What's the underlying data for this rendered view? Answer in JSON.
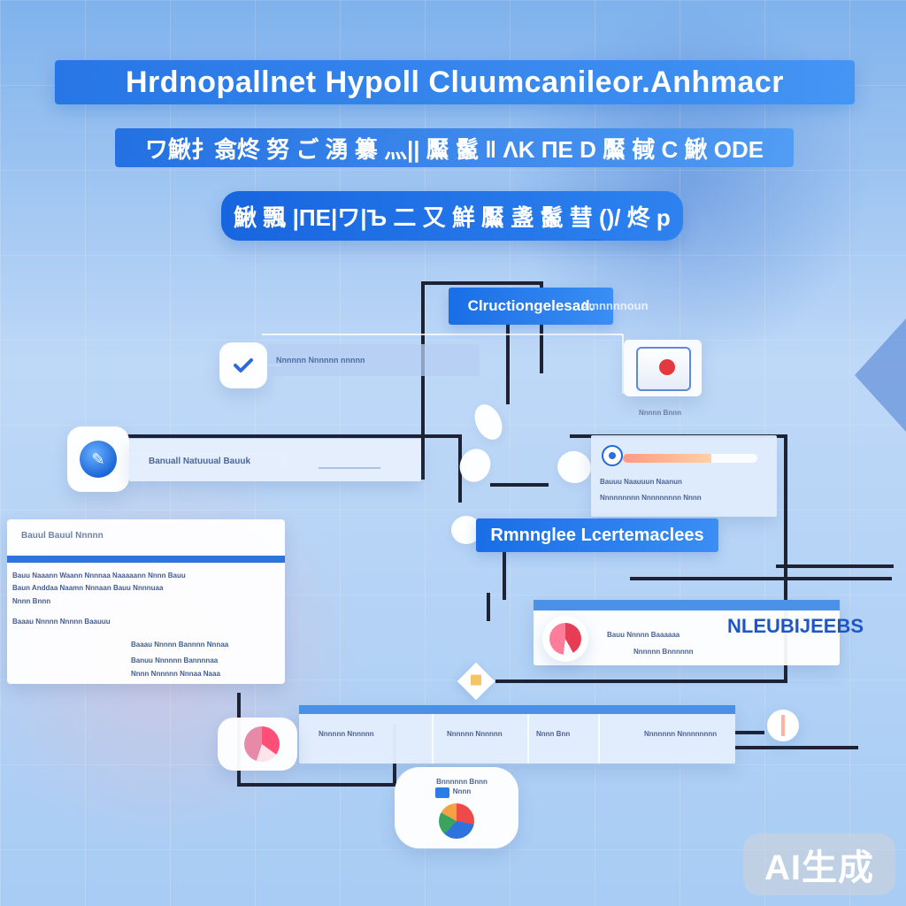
{
  "title": "Hrdnopallnet Hypoll Cluumcanileor.Anhmacr",
  "subtitle": "ワ鰍扌翕炵 努 ご 湧 纂 灬|| 黶 鬣 ‖ ΛΚ ΠΕ D 黶 戫 C 鰍 ODE",
  "bubble": "鰍 飄 |ΠΕ|ワ|Ъ 二 又 鮮 黶 盞 鬣 彗 ()/ 炵 p",
  "center_label": "Clructiongelesad.",
  "center_note": "Amnnnnoun",
  "mid_label": "Rmnnglee Lcertemaclees",
  "top_row_text": "Nnnnnn Nnnnnn nnnnn",
  "left_node_text": "Banuall Natuuual Bauuk",
  "doc": {
    "header": "Bauul Bauul Nnnnn",
    "lines": [
      "Bauu Naaann Waann Nnnnaa Naaaaann Nnnn Bauu",
      "Baun Anddaa Naamn Nnnaan Bauu Nnnnuaa",
      "Nnnn Bnnn",
      "Baaau Nnnnn Nnnnn Baauuu",
      "Baaau Nnnnn Bannnn Nnnaa",
      "Banuu Nnnnnn Bannnnaa",
      "Nnnn Nnnnnn Nnnaa Naaa"
    ]
  },
  "photo_caption": "Nnnnn Bnnn",
  "right_card": {
    "line1": "Bauuu Naauuun Naanun",
    "line2": "Nnnnnnnnn Nnnnnnnnn Nnnn"
  },
  "right_panel": {
    "title": "NLEUBIJEEBS",
    "line1": "Bauu Nnnnn Baaaaaa",
    "line2": "Nnnnnn Bnnnnnn"
  },
  "bottom_table": {
    "cells": [
      "Nnnnnn Nnnnnn",
      "Nnnnnn Nnnnnn",
      "Nnnn Bnn",
      "Nnnnnnn Nnnnnnnnn"
    ]
  },
  "bottom_bubble_text": "Bnnnnnn Bnnn Nnnn",
  "ai_badge": "AI生成"
}
